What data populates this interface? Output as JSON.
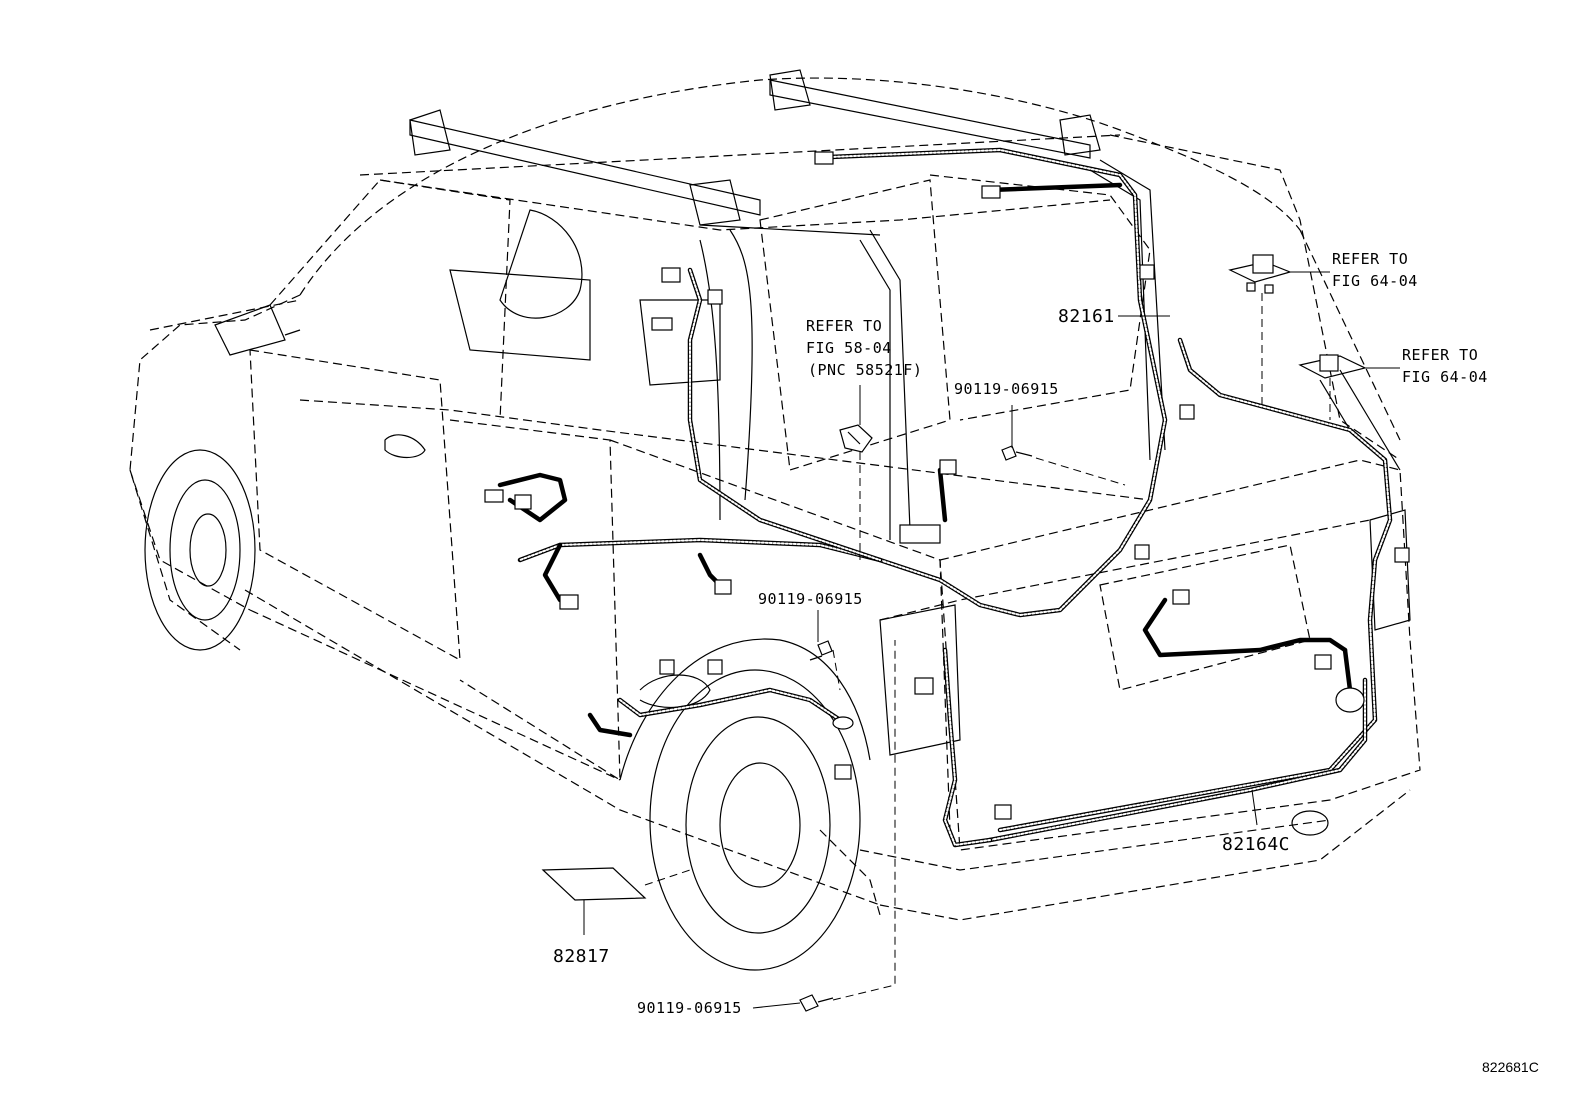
{
  "figure_id": "822681C",
  "callouts": {
    "part_82161": "82161",
    "part_82164c": "82164C",
    "part_82817": "82817",
    "bolt_upper": "90119-06915",
    "bolt_middle": "90119-06915",
    "bolt_lower": "90119-06915",
    "refer_58_line1": "REFER TO",
    "refer_58_line2": "FIG 58-04",
    "refer_58_line3": "(PNC 58521F)",
    "refer_64a_line1": "REFER TO",
    "refer_64a_line2": "FIG 64-04",
    "refer_64b_line1": "REFER TO",
    "refer_64b_line2": "FIG 64-04"
  }
}
